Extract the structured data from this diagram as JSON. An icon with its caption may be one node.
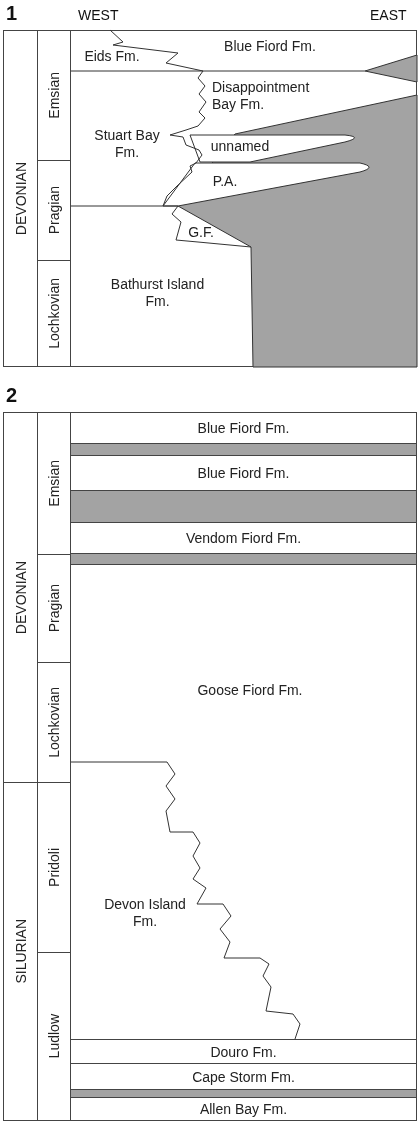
{
  "diagram": {
    "nodes": [
      {
        "text": [
          "DEVONIAN"
        ]
      },
      {
        "text": [
          "Emsian"
        ]
      },
      {
        "text": [
          "Pragian"
        ]
      },
      {
        "text": [
          "Lochkovian"
        ]
      },
      {
        "text": [
          "Eids Fm."
        ]
      },
      {
        "text": [
          "Blue Fiord Fm."
        ]
      },
      {
        "text": [
          "Disappointment Bay Fm."
        ]
      },
      {
        "text": [
          "Stuart Bay Fm."
        ]
      },
      {
        "text": [
          "unnamed"
        ]
      },
      {
        "text": [
          "P.A."
        ]
      },
      {
        "text": [
          "G.F."
        ]
      },
      {
        "text": [
          "Bathurst Island Fm."
        ]
      },
      {
        "text": [
          "DEVONIAN"
        ]
      },
      {
        "text": [
          "Emsian"
        ]
      },
      {
        "text": [
          "Pragian"
        ]
      },
      {
        "text": [
          "Lochkovian"
        ]
      },
      {
        "text": [
          "SILURIAN"
        ]
      },
      {
        "text": [
          "Pridoli"
        ]
      },
      {
        "text": [
          "Ludlow"
        ]
      },
      {
        "text": [
          "Blue Fiord Fm."
        ]
      },
      {
        "text": [],
        "shape": "bar"
      },
      {
        "text": [
          "Blue Fiord Fm."
        ]
      },
      {
        "text": [],
        "shape": "bar"
      },
      {
        "text": [
          "Vendom Fiord Fm."
        ]
      },
      {
        "text": [],
        "shape": "bar"
      },
      {
        "text": [
          "Goose Fiord Fm."
        ]
      },
      {
        "text": [
          "Devon Island Fm."
        ]
      },
      {
        "text": [
          "Douro Fm."
        ]
      },
      {
        "text": [
          "Cape Storm Fm."
        ]
      },
      {
        "text": [],
        "shape": "bar"
      },
      {
        "text": [
          "Allen Bay Fm."
        ]
      }
    ],
    "labels": [
      "1",
      "WEST",
      "EAST",
      "2"
    ]
  }
}
